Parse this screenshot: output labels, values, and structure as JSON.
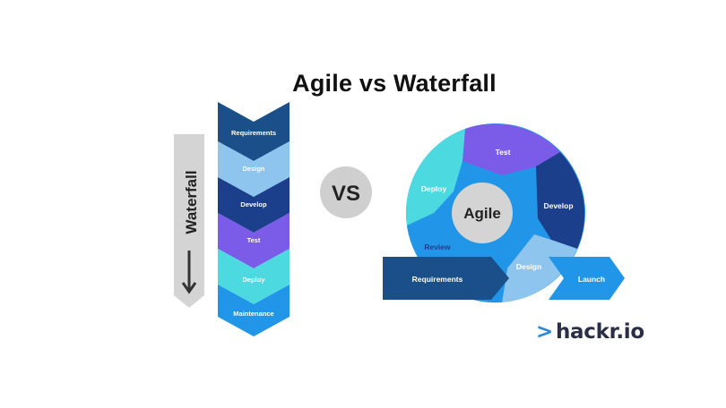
{
  "title": "Agile vs Waterfall",
  "vs_label": "VS",
  "waterfall": {
    "side_label": "Waterfall",
    "steps": [
      "Requirements",
      "Design",
      "Develop",
      "Test",
      "Deploy",
      "Maintenance"
    ]
  },
  "agile": {
    "center_label": "Agile",
    "cycle": [
      "Test",
      "Develop",
      "Design",
      "Review",
      "Deploy"
    ],
    "input_label": "Requirements",
    "output_label": "Launch"
  },
  "brand": {
    "prefix": ">",
    "name": "hackr.io"
  },
  "colors": {
    "navy": "#1b4f8a",
    "light_blue": "#8ec5ef",
    "deep_blue": "#1c3f8c",
    "purple": "#7b5ce8",
    "teal": "#4dd9e0",
    "sky": "#2196e8",
    "gray": "#d4d4d4"
  },
  "icons": [
    "arrow-down-icon"
  ]
}
